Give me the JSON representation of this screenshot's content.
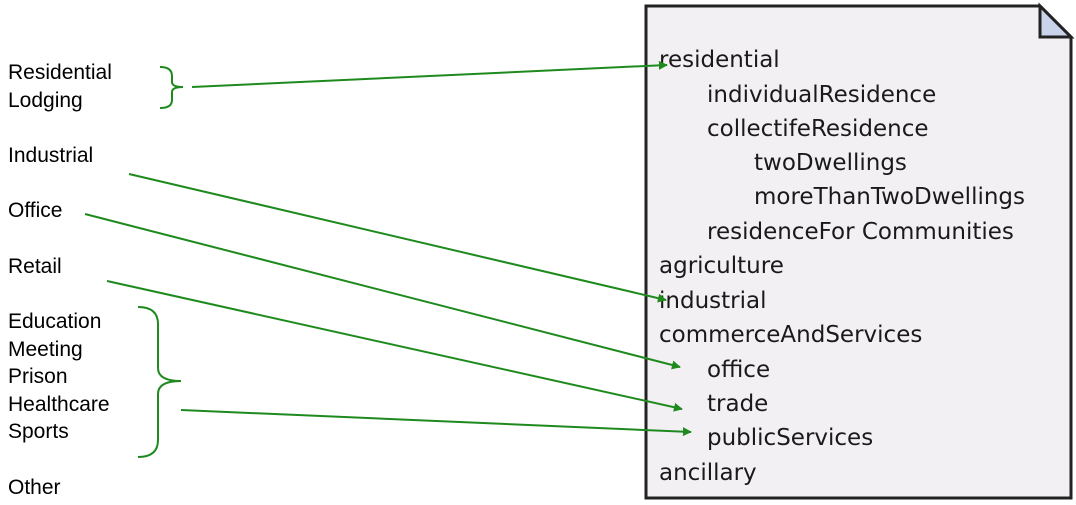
{
  "left_labels": {
    "residential": "Residential",
    "lodging": "Lodging",
    "industrial": "Industrial",
    "office": "Office",
    "retail": "Retail",
    "education": "Education",
    "meeting": "Meeting",
    "prison": "Prison",
    "healthcare": "Healthcare",
    "sports": "Sports",
    "other": "Other"
  },
  "document_items": {
    "residential": "residential",
    "individual_residence": "individualResidence",
    "collectife_residence": "collectifeResidence",
    "two_dwellings": "twoDwellings",
    "more_than_two_dwellings": "moreThanTwoDwellings",
    "residence_for_communities": "residenceFor Communities",
    "agriculture": "agriculture",
    "industrial": "industrial",
    "commerce_and_services": "commerceAndServices",
    "office": "office",
    "trade": "trade",
    "public_services": "publicServices",
    "ancillary": "ancillary"
  },
  "colors": {
    "arrow": "#1e8a1e",
    "document_fill": "#f3f0f4",
    "document_border": "#222222",
    "fold_fill": "#c9d3ea"
  }
}
